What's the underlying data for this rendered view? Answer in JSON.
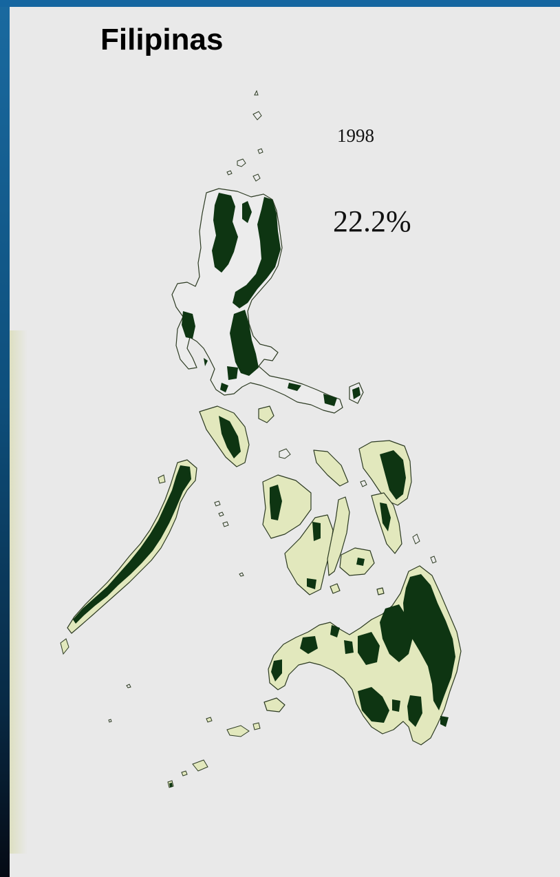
{
  "title": "Filipinas",
  "year": "1998",
  "forest_cover": "22.2%",
  "colors": {
    "forest": "#0e3512",
    "land": "#e2e8bd",
    "background": "#e9e9e9",
    "frame": "#1566a0"
  }
}
